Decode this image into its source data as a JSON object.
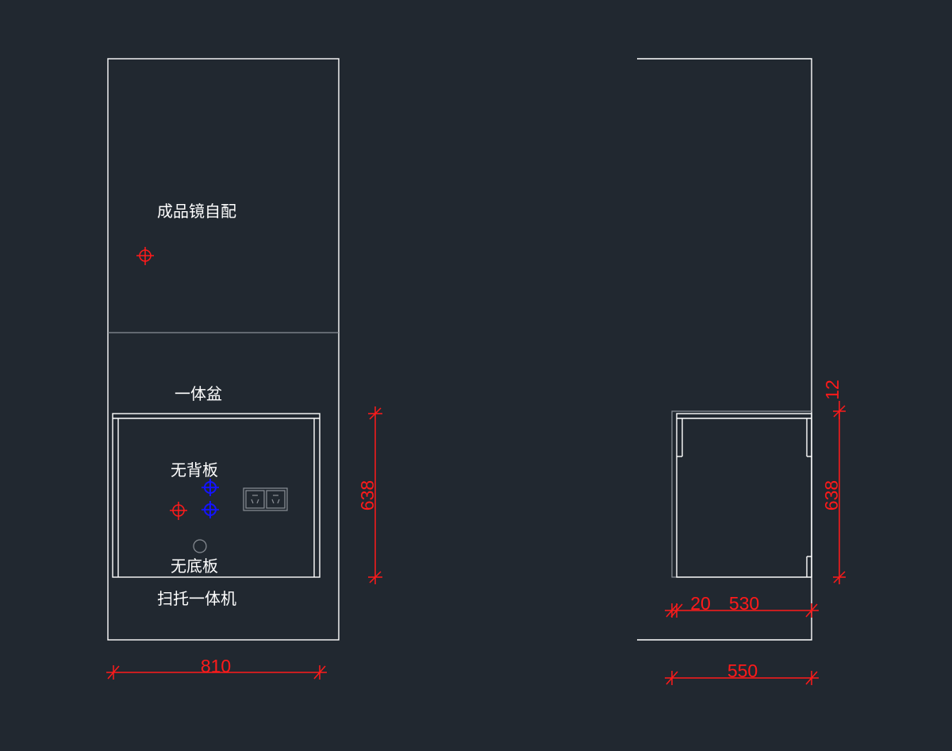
{
  "front_view": {
    "mirror_label": "成品镜自配",
    "basin_label": "一体盆",
    "no_back_label": "无背板",
    "no_bottom_label": "无底板",
    "toilet_label": "扫托一体机",
    "width_dim": "810",
    "height_dim": "638"
  },
  "side_view": {
    "top_dim": "12",
    "height_dim": "638",
    "panel_dim": "20",
    "depth_dim": "530",
    "total_depth_dim": "550"
  },
  "colors": {
    "background": "#212830",
    "line": "#ffffff",
    "dimension": "#ff1a1a",
    "water_point": "#1414ff",
    "socket": "#8a8f96"
  },
  "icons": {
    "red_point": "crosshair-icon",
    "blue_point": "water-point-icon",
    "socket": "power-socket-icon",
    "drain": "drain-circle-icon"
  }
}
